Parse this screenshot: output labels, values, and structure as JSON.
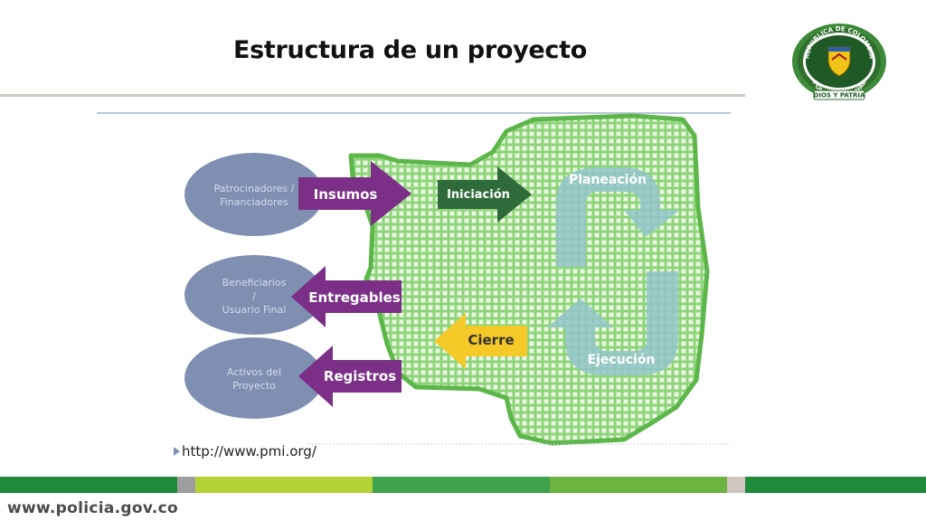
{
  "header": {
    "title": "Estructura de un proyecto",
    "logo": {
      "top_text": "REPUBLICA DE COLOMBIA",
      "bottom_text": "POLICIA NACIONAL",
      "motto": "DIOS Y PATRIA"
    }
  },
  "diagram": {
    "stakeholders": [
      {
        "line1": "Patrocinadores /",
        "line2": "Financiadores",
        "line3": ""
      },
      {
        "line1": "Beneficiarios",
        "line2": "/",
        "line3": "Usuario Final"
      },
      {
        "line1": "Activos del",
        "line2": "Proyecto",
        "line3": ""
      }
    ],
    "flows": {
      "insumos": "Insumos",
      "entregables": "Entregables",
      "registros": "Registros"
    },
    "phases": {
      "iniciacion": "Iniciación",
      "planeacion": "Planeación",
      "ejecucion": "Ejecución",
      "cierre": "Cierre"
    },
    "colors": {
      "ellipse": "#7f8fb2",
      "purple_arrow": "#7b2f87",
      "initiation_arrow": "#2f6b3a",
      "cycle_arrow": "#93c4c9",
      "closing_arrow": "#f4c928",
      "green_area": "#8ed47a"
    }
  },
  "source": "http://www.pmi.org/",
  "footer": {
    "url": "www.policia.gov.co",
    "band_colors": [
      "#1e8a3a",
      "#9e9e9e",
      "#b3d334",
      "#3fa34d",
      "#6cb33f",
      "#cfc7bf",
      "#1e8a3a"
    ]
  }
}
